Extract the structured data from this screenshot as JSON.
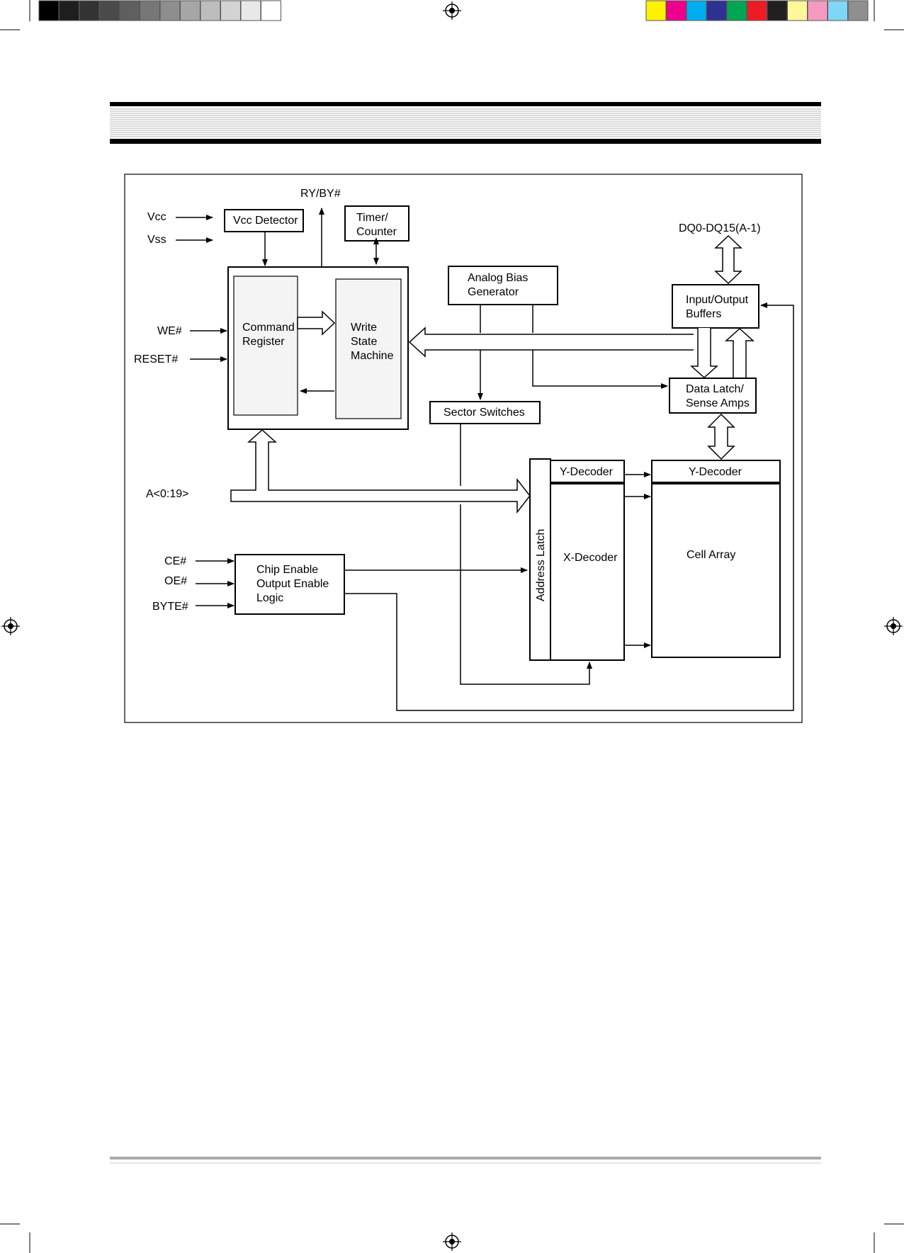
{
  "diagram": {
    "title": "",
    "inputs": {
      "vcc": "Vcc",
      "vss": "Vss",
      "we": "WE#",
      "reset": "RESET#",
      "address": "A<0:19>",
      "ce": "CE#",
      "oe": "OE#",
      "byte": "BYTE#"
    },
    "outputs": {
      "ry_by": "RY/BY#",
      "dq": "DQ0-DQ15(A-1)"
    },
    "blocks": {
      "vcc_detector": "Vcc Detector",
      "timer_counter": [
        "Timer/",
        "Counter"
      ],
      "command_register": [
        "Command",
        "Register"
      ],
      "write_state_machine": [
        "Write",
        "State",
        "Machine"
      ],
      "analog_bias_generator": [
        "Analog Bias",
        "Generator"
      ],
      "io_buffers": [
        "Input/Output",
        "Buffers"
      ],
      "data_latch": [
        "Data Latch/",
        "Sense Amps"
      ],
      "sector_switches": "Sector Switches",
      "y_decoder_left": "Y-Decoder",
      "y_decoder_right": "Y-Decoder",
      "address_latch": "Address Latch",
      "x_decoder": "X-Decoder",
      "cell_array": "Cell Array",
      "chip_enable_logic": [
        "Chip Enable",
        "Output Enable",
        "Logic"
      ]
    }
  },
  "print_marks": {
    "gray_swatches": [
      "#000000",
      "#1e1e1e",
      "#333333",
      "#4a4a4a",
      "#5f5f5f",
      "#777777",
      "#8e8e8e",
      "#a6a6a6",
      "#bdbdbd",
      "#d3d3d3",
      "#e8e8e8",
      "#ffffff"
    ],
    "color_swatches": [
      "#fff200",
      "#ec008c",
      "#00aeef",
      "#2e3192",
      "#00a651",
      "#ed1c24",
      "#231f20",
      "#fff799",
      "#f49ac1",
      "#7fd6f7",
      "#8f8f8f"
    ]
  }
}
